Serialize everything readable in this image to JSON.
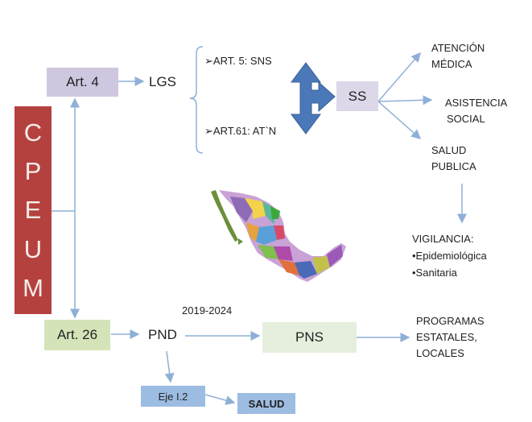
{
  "cpeum": {
    "letters": [
      "C",
      "P",
      "E",
      "U",
      "M"
    ]
  },
  "art4": "Art. 4",
  "lgs": "LGS",
  "art5": "➢ART. 5: SNS",
  "art61": "➢ART.61: AT`N",
  "ss": "SS",
  "atencion": [
    "ATENCIÓN",
    "MÉDICA"
  ],
  "asistencia": [
    "ASISTENCIA",
    "SOCIAL"
  ],
  "salud_publica": [
    "SALUD",
    "PUBLICA"
  ],
  "vigilancia": [
    "VIGILANCIA:",
    "•Epidemiológica",
    "•Sanitaria"
  ],
  "art26": "Art. 26",
  "pnd": "PND",
  "period": "2019-2024",
  "pns": "PNS",
  "programas": [
    "PROGRAMAS",
    "ESTATALES,",
    "LOCALES"
  ],
  "eje": "Eje I.2",
  "salud": "SALUD",
  "colors": {
    "cpeum": "#b5413f",
    "art4": "#cfc7e0",
    "art26": "#d5e4b8",
    "ss": "#ddd7ea",
    "pns": "#e6efdd",
    "blue_box": "#9dbce2",
    "connector": "#8fb0d6",
    "arrow_shape": "#4a78b8"
  }
}
